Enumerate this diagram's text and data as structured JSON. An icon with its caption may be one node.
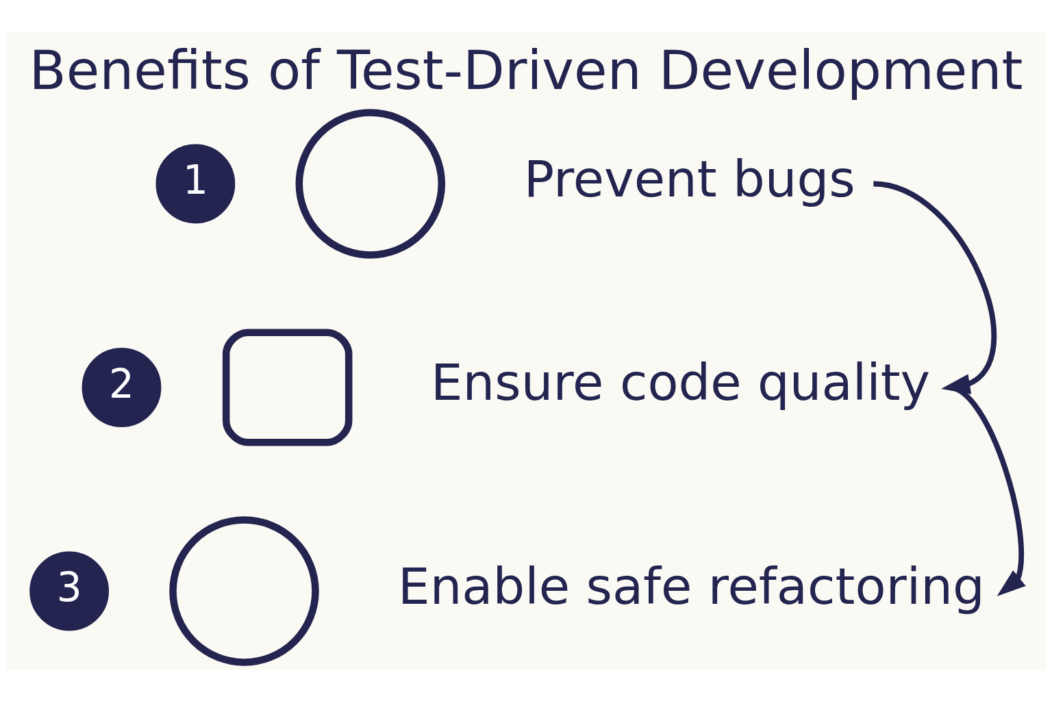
{
  "diagram": {
    "title": "Benefits of Test-Driven Development",
    "nodes": [
      {
        "text": [
          "1"
        ]
      },
      {
        "text": [],
        "shape": "circle"
      },
      {
        "text": [
          "Prevent bugs"
        ]
      },
      {
        "text": [
          "2"
        ]
      },
      {
        "text": [],
        "shape": "box"
      },
      {
        "text": [
          "Ensure code quality"
        ]
      },
      {
        "text": [
          "3"
        ]
      },
      {
        "text": [],
        "shape": "circle"
      },
      {
        "text": [
          "Enable safe refactoring"
        ]
      }
    ],
    "edges": [
      {
        "from": 2,
        "to": 5,
        "arrow": "to"
      },
      {
        "from": 5,
        "to": 8,
        "arrow": "to"
      }
    ]
  }
}
